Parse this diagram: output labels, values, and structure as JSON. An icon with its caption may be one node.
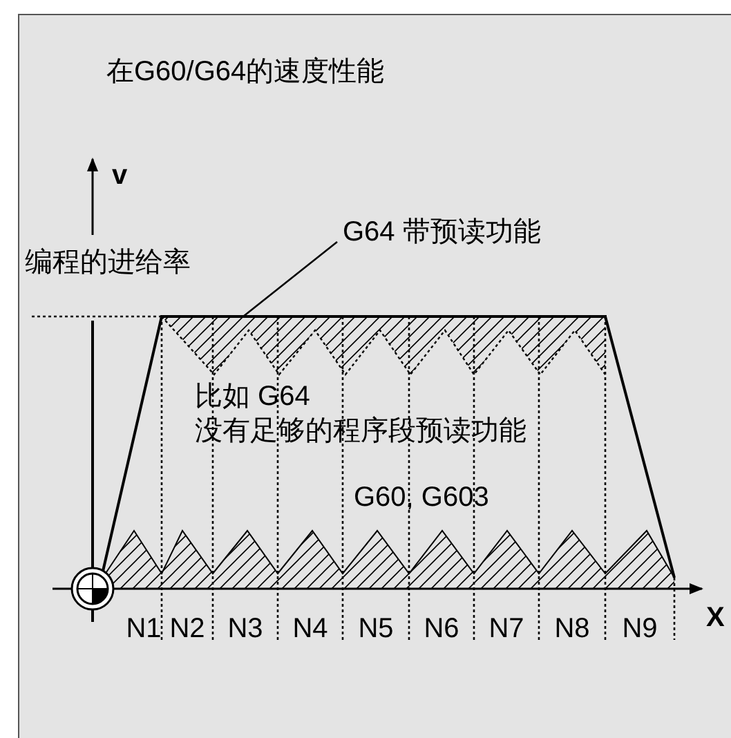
{
  "diagram": {
    "title": "在G60/G64的速度性能",
    "nodes": [
      {
        "text": [
          "G64 带预读功能"
        ]
      },
      {
        "text": [],
        "shape": "line"
      }
    ],
    "edges": [
      {
        "from": 0,
        "to": 1,
        "arrow": "none"
      }
    ],
    "labels": [
      "v",
      "编程的进给率",
      "比如 G64",
      "没有足够的程序段预读功能",
      "G60, G603",
      "N1",
      "N2",
      "N3",
      "N4",
      "N5",
      "N6",
      "N7",
      "N8",
      "N9",
      "X"
    ]
  }
}
